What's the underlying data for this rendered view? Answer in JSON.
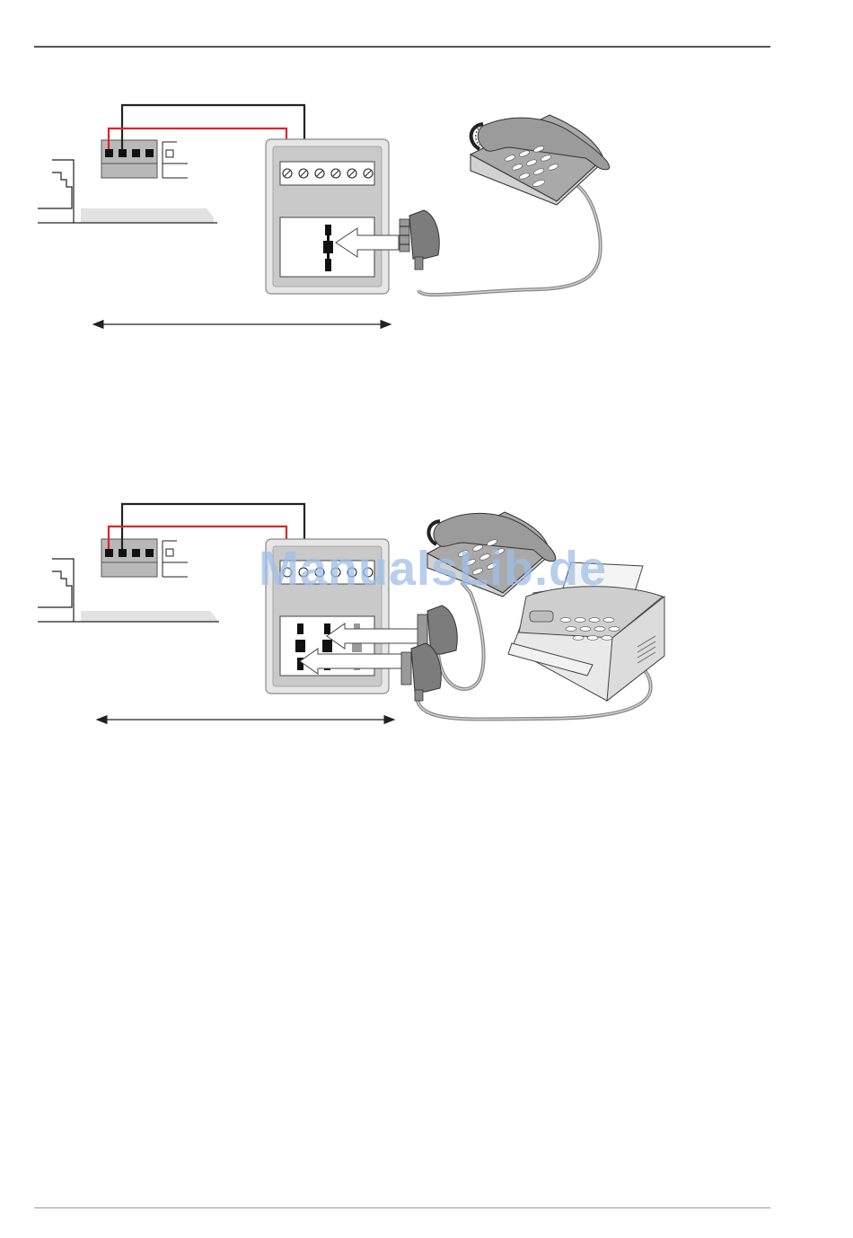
{
  "watermark": {
    "text": "ManualsLib.de"
  },
  "colors": {
    "red_wire": "#d9252a",
    "black_wire": "#222222",
    "device_gray": "#c8c8c8",
    "socket_gray": "#e4e4e4",
    "watermark": "#9fc0e8"
  },
  "diagrams": [
    {
      "name": "phone-connection",
      "devices": [
        "telephone"
      ]
    },
    {
      "name": "phone-and-fax-connection",
      "devices": [
        "telephone",
        "fax-machine"
      ]
    }
  ]
}
